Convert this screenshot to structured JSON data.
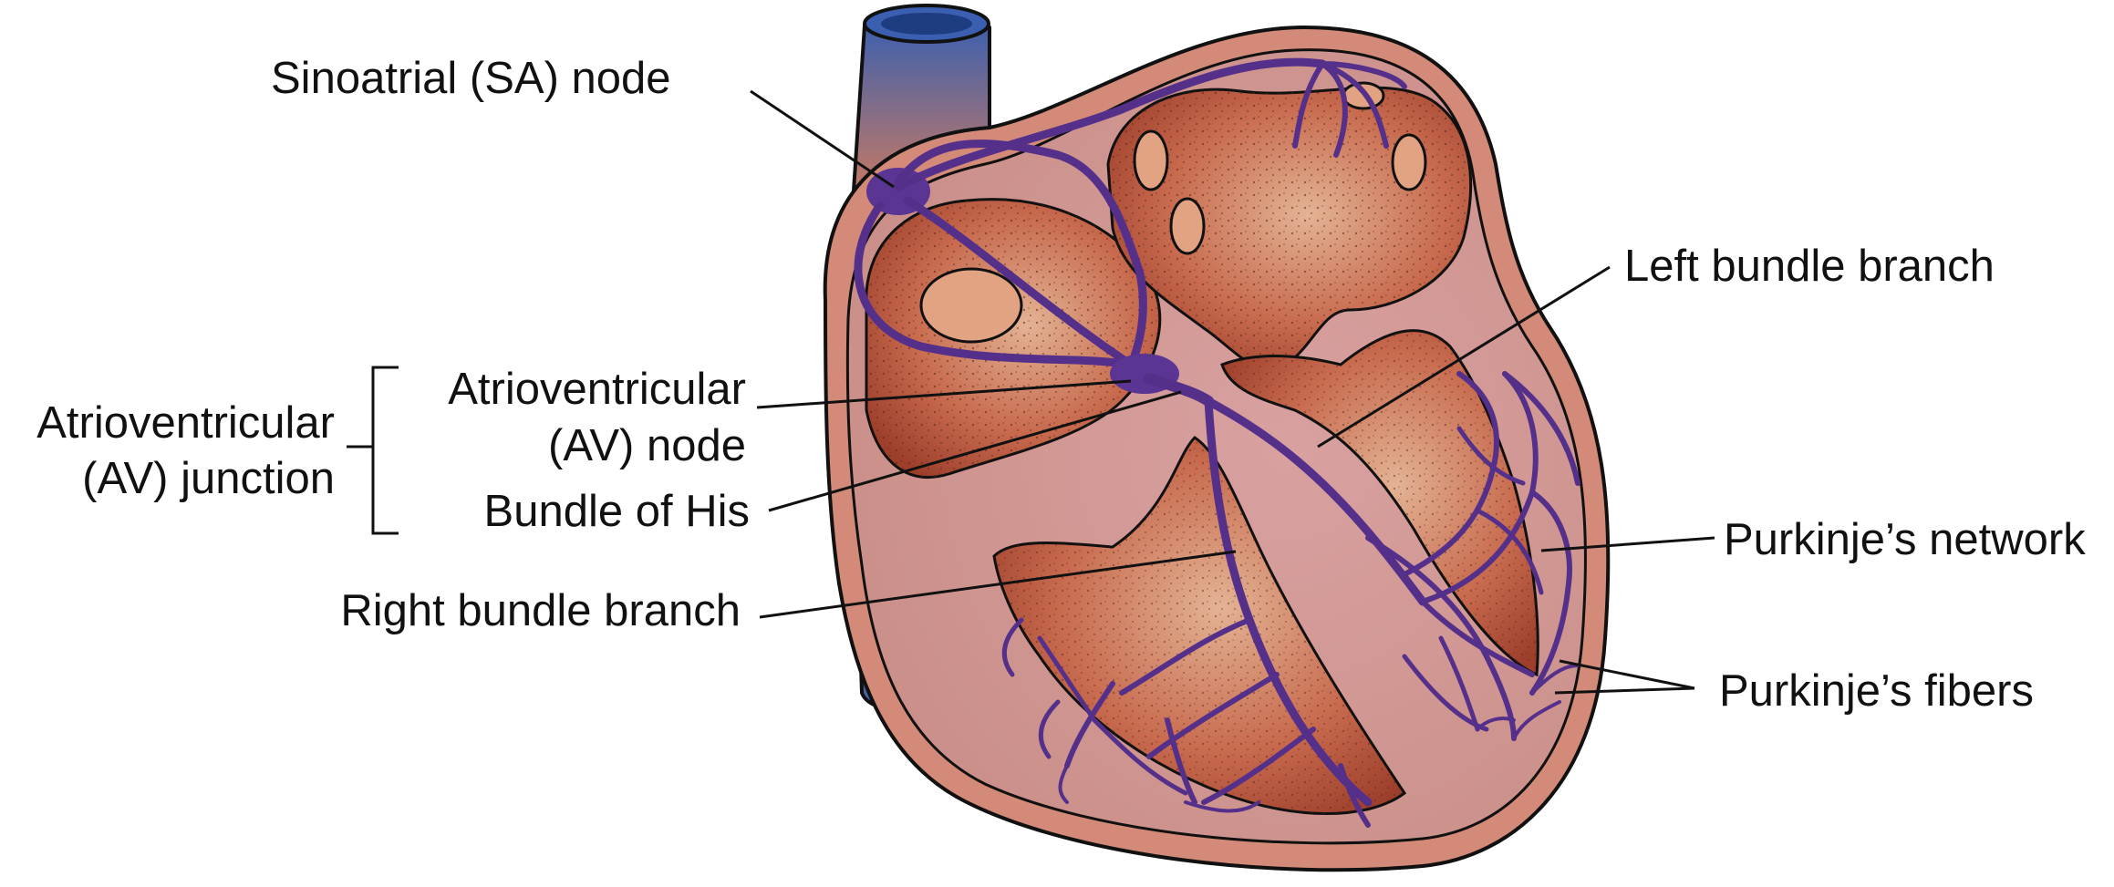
{
  "labels": {
    "sa_node": "Sinoatrial (SA) node",
    "left_bundle_branch": "Left bundle branch",
    "av_node_line1": "Atrioventricular",
    "av_node_line2": "(AV) node",
    "av_junction_line1": "Atrioventricular",
    "av_junction_line2": "(AV) junction",
    "bundle_of_his": "Bundle of His",
    "purkinje_network": "Purkinje’s network",
    "right_bundle_branch": "Right bundle branch",
    "purkinje_fibers": "Purkinje’s fibers"
  },
  "colors": {
    "heart_wall": "#d48a78",
    "heart_interior": "#d49a9a",
    "chamber": "#b8553e",
    "chamber_light": "#e0a88a",
    "conduction": "#5b3594",
    "vena_cava_top": "#3a5fb0",
    "vena_cava_mid": "#c77a62"
  }
}
